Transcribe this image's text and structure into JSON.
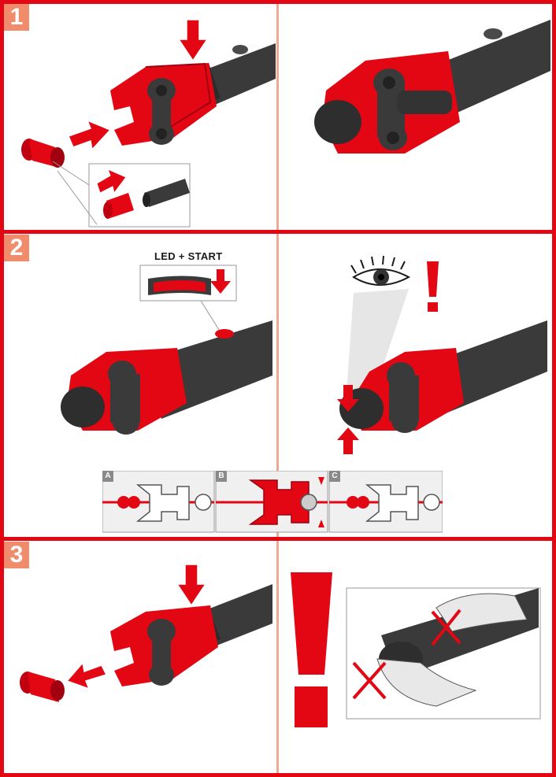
{
  "steps": {
    "step1": "1",
    "step2": "2",
    "step3": "3"
  },
  "led_panel": {
    "label": "LED + START"
  },
  "jaw_states": [
    {
      "label": "A"
    },
    {
      "label": "B"
    },
    {
      "label": "C"
    }
  ],
  "colors": {
    "frame": "#e30613",
    "divider": "#f0a890",
    "tool_body": "#3a3a3a",
    "accent": "#e30613",
    "step_badge": "#f08c6c"
  },
  "icons": {
    "warning": "exclamation-icon",
    "eye": "eye-icon",
    "forbidden": "x-mark-icon",
    "arrow": "arrow-icon"
  }
}
